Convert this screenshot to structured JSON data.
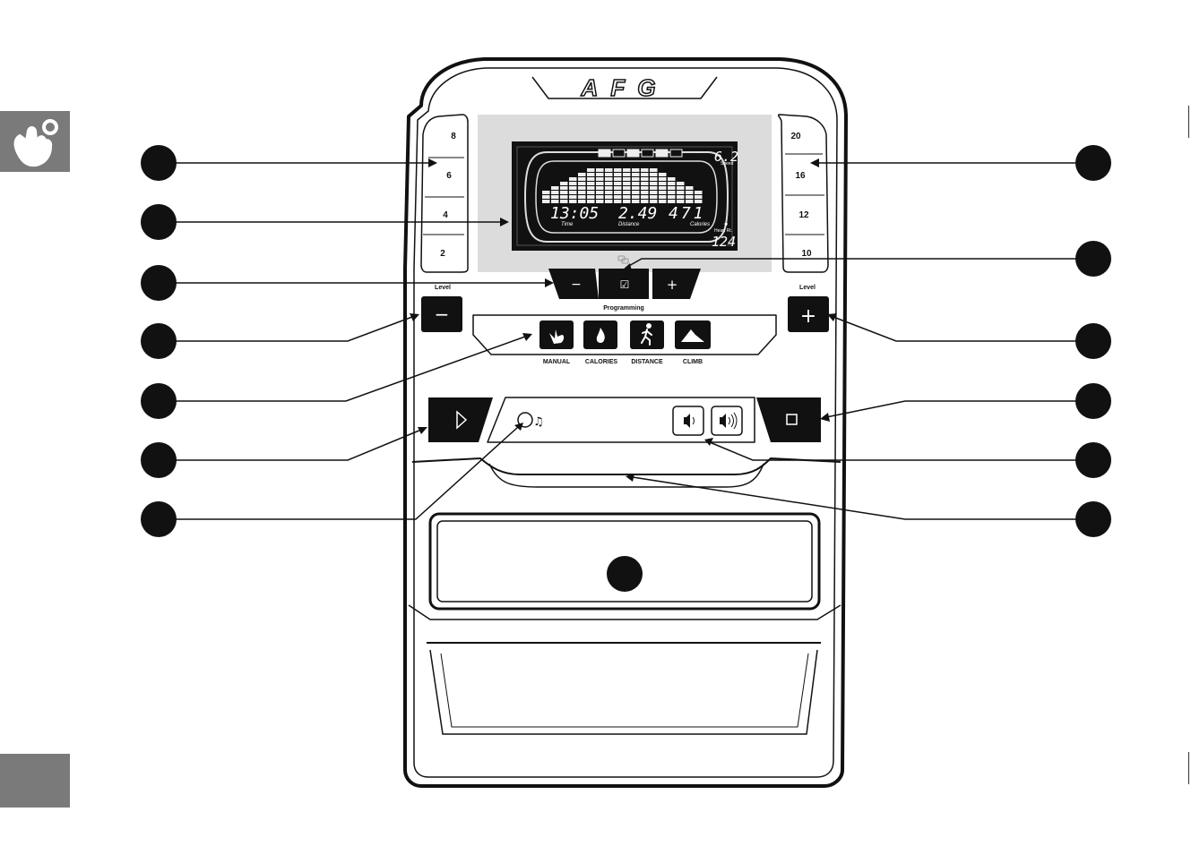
{
  "brand": {
    "logo_text": "AFG"
  },
  "display": {
    "speed": "6.2",
    "speed_label": "Speed",
    "time": "13:05",
    "time_label": "Time",
    "distance": "2.49",
    "distance_label": "Distance",
    "calories": "471",
    "calories_label": "Calories",
    "heart_rate": "124",
    "heart_rate_label": "Heart Rt."
  },
  "left_levels": [
    "8",
    "6",
    "4",
    "2"
  ],
  "right_levels": [
    "20",
    "16",
    "12",
    "10"
  ],
  "level_label_left": "Level",
  "level_label_right": "Level",
  "nav_buttons": {
    "minus": "−",
    "enter": "☑",
    "plus": "+"
  },
  "programming_label": "Programming",
  "programs": [
    {
      "label": "MANUAL",
      "icon": "hand-icon"
    },
    {
      "label": "CALORIES",
      "icon": "flame-icon"
    },
    {
      "label": "DISTANCE",
      "icon": "runner-icon"
    },
    {
      "label": "CLIMB",
      "icon": "mountain-icon"
    }
  ],
  "level_buttons": {
    "minus": "−",
    "plus": "+"
  },
  "start_icon": "play-icon",
  "stop_icon": "stop-icon",
  "audio": {
    "note": "♫",
    "vol_down_icon": "volume-down-icon",
    "vol_up_icon": "volume-up-icon"
  },
  "colors": {
    "ink": "#111111",
    "panel_gray": "#dcdcdc",
    "tab_gray": "#7a7a7a"
  }
}
